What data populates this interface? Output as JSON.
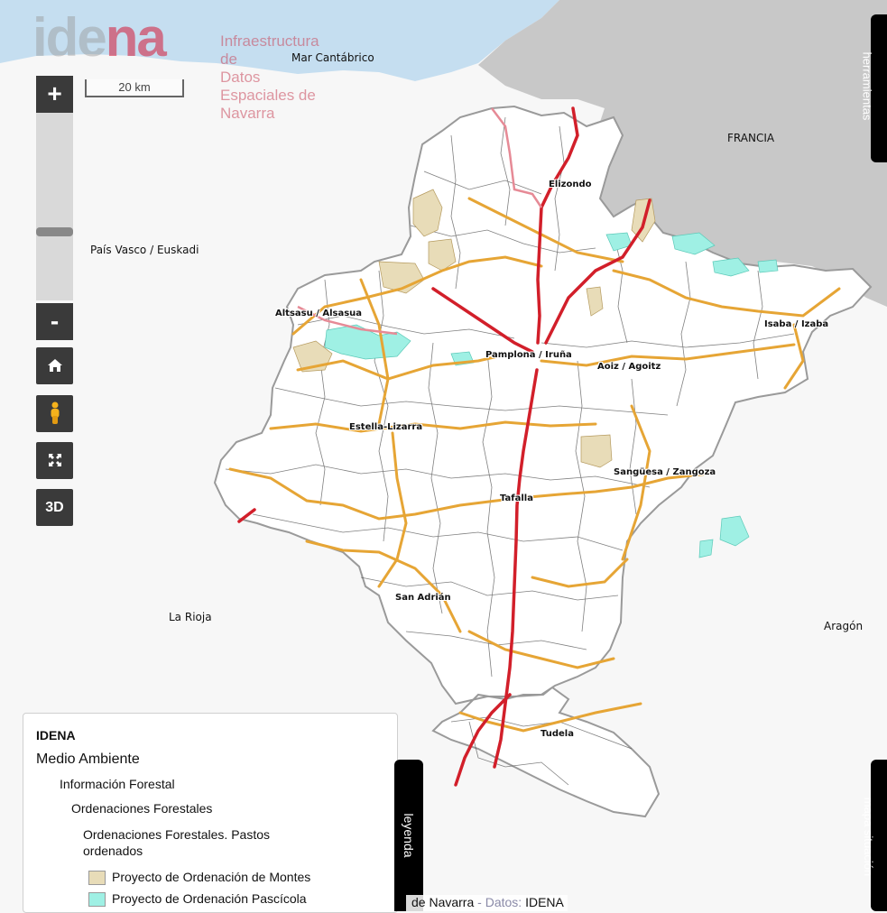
{
  "logo": {
    "big_text": "idena",
    "line1": "Infraestructura de",
    "line2": "Datos Espaciales de Navarra"
  },
  "map": {
    "scale_label": "20 km",
    "sea_label": "Mar Cantábrico",
    "region_labels": {
      "pais_vasco": "País Vasco / Euskadi",
      "francia": "FRANCIA",
      "la_rioja": "La Rioja",
      "aragon": "Aragón"
    },
    "towns": {
      "elizondo": "Elizondo",
      "altsasu": "Altsasu / Alsasua",
      "isaba": "Isaba / Izaba",
      "pamplona": "Pamplona / Iruña",
      "aoiz": "Aoiz / Agoitz",
      "estella": "Estella-Lizarra",
      "sanguesa": "Sangüesa / Zangoza",
      "tafalla": "Tafalla",
      "san_adrian": "San Adrián",
      "tudela": "Tudela"
    },
    "colors": {
      "sea": "#c5def0",
      "france": "#c8c8c8",
      "land": "#f7f7f7",
      "navarra": "#ffffff",
      "road_orange": "#e6a535",
      "road_red": "#d21f2a",
      "montes": "#e8dcb8",
      "pascicola": "#9ff0e4"
    }
  },
  "controls": {
    "zoom_in": "+",
    "zoom_out": "-",
    "home_icon": "home-icon",
    "street_view_icon": "pegman-icon",
    "fullscreen_icon": "fullscreen-icon",
    "three_d": "3D"
  },
  "tabs": {
    "herramientas": "herramientas",
    "leyenda": "leyenda",
    "mapa_situacion": "mapa situación"
  },
  "legend": {
    "title": "IDENA",
    "level1": "Medio Ambiente",
    "level2": "Información Forestal",
    "level3": "Ordenaciones Forestales",
    "level4": "Ordenaciones Forestales. Pastos ordenados",
    "items": [
      {
        "label": "Proyecto de Ordenación de Montes",
        "color": "#e8dcb8"
      },
      {
        "label": "Proyecto de Ordenación Pascícola",
        "color": "#9ff0e4"
      }
    ]
  },
  "attribution": {
    "prefix": "de Navarra",
    "sep": " - Datos: ",
    "source": "IDENA"
  }
}
